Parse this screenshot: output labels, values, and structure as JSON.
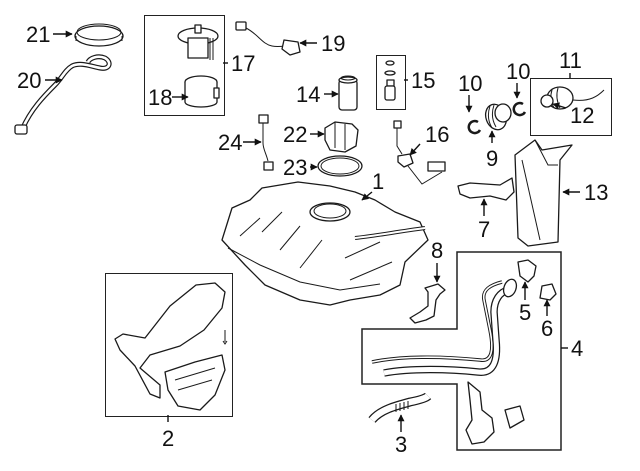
{
  "diagram": {
    "title": "Fuel System Components",
    "callouts": [
      {
        "id": "1",
        "part": "fuel-tank"
      },
      {
        "id": "2",
        "part": "heat-shield-assembly"
      },
      {
        "id": "3",
        "part": "filler-hose"
      },
      {
        "id": "4",
        "part": "filler-pipe-assembly"
      },
      {
        "id": "5",
        "part": "pipe-clip"
      },
      {
        "id": "6",
        "part": "pipe-clip"
      },
      {
        "id": "7",
        "part": "bracket"
      },
      {
        "id": "8",
        "part": "tank-strap-bracket"
      },
      {
        "id": "9",
        "part": "filler-neck-boot"
      },
      {
        "id": "10a",
        "label": "10",
        "part": "hose-clamp"
      },
      {
        "id": "10b",
        "label": "10",
        "part": "hose-clamp"
      },
      {
        "id": "11",
        "part": "fuel-cap-assembly"
      },
      {
        "id": "12",
        "part": "cap-gasket"
      },
      {
        "id": "13",
        "part": "filler-pipe-protector"
      },
      {
        "id": "14",
        "part": "fuel-filter"
      },
      {
        "id": "15",
        "part": "pressure-regulator-kit"
      },
      {
        "id": "16",
        "part": "fuel-level-sender"
      },
      {
        "id": "17",
        "part": "fuel-pump-module"
      },
      {
        "id": "18",
        "part": "fuel-pump-strainer"
      },
      {
        "id": "19",
        "part": "wire-harness"
      },
      {
        "id": "20",
        "part": "vent-hose"
      },
      {
        "id": "21",
        "part": "lock-ring"
      },
      {
        "id": "22",
        "part": "pump-bracket"
      },
      {
        "id": "23",
        "part": "tank-gasket"
      },
      {
        "id": "24",
        "part": "sub-harness"
      }
    ],
    "labels": {
      "l1": "1",
      "l2": "2",
      "l3": "3",
      "l4": "4",
      "l5": "5",
      "l6": "6",
      "l7": "7",
      "l8": "8",
      "l9": "9",
      "l10a": "10",
      "l10b": "10",
      "l11": "11",
      "l12": "12",
      "l13": "13",
      "l14": "14",
      "l15": "15",
      "l16": "16",
      "l17": "17",
      "l18": "18",
      "l19": "19",
      "l20": "20",
      "l21": "21",
      "l22": "22",
      "l23": "23",
      "l24": "24"
    }
  }
}
